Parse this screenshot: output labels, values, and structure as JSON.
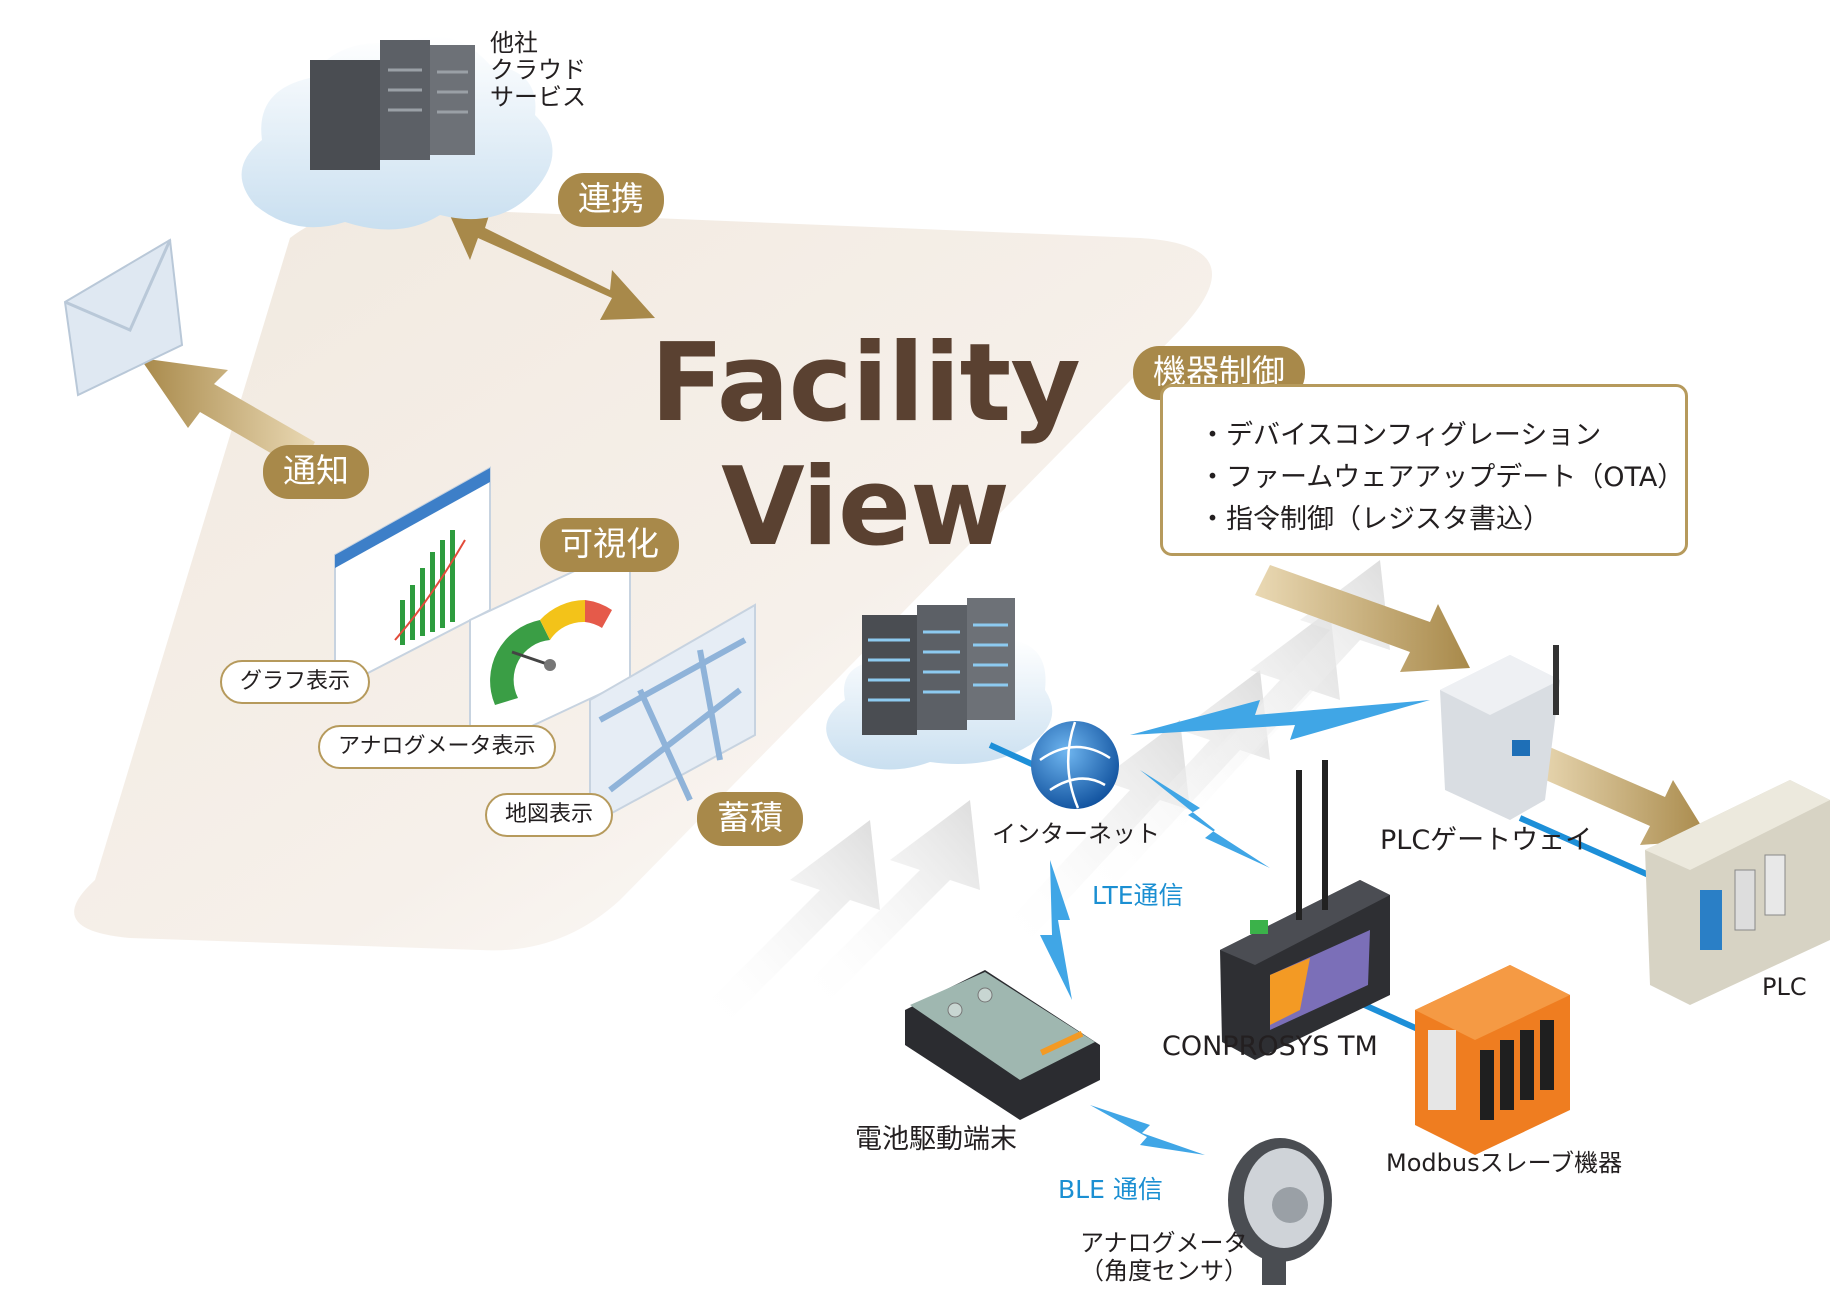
{
  "brand": {
    "line1": "Facility",
    "line2": "View"
  },
  "badges": {
    "renkei": "連携",
    "tsuchi": "通知",
    "kashika": "可視化",
    "chikuseki": "蓄積",
    "kiki_seigyo": "機器制御"
  },
  "cloud_service": {
    "line1": "他社",
    "line2": "クラウド",
    "line3": "サービス"
  },
  "visualization": {
    "graph": "グラフ表示",
    "analog_meter": "アナログメータ表示",
    "map": "地図表示"
  },
  "device_control": {
    "items": [
      "・デバイスコンフィグレーション",
      "・ファームウェアアップデート（OTA）",
      "・指令制御（レジスタ書込）"
    ]
  },
  "labels": {
    "internet": "インターネット",
    "lte": "LTE通信",
    "plc_gateway": "PLCゲートウェイ",
    "plc": "PLC",
    "conprosys": "CONPROSYS TM",
    "battery_terminal": "電池駆動端末",
    "ble": "BLE 通信",
    "modbus": "Modbusスレーブ機器",
    "analog_sensor_line1": "アナログメータ",
    "analog_sensor_line2": "（角度センサ）"
  },
  "colors": {
    "gold": "#a8894a",
    "brand_brown": "#5a4131",
    "comm_blue": "#1b8fd2",
    "link_blue": "#1d8fd8",
    "platform": "#f4eee6"
  }
}
